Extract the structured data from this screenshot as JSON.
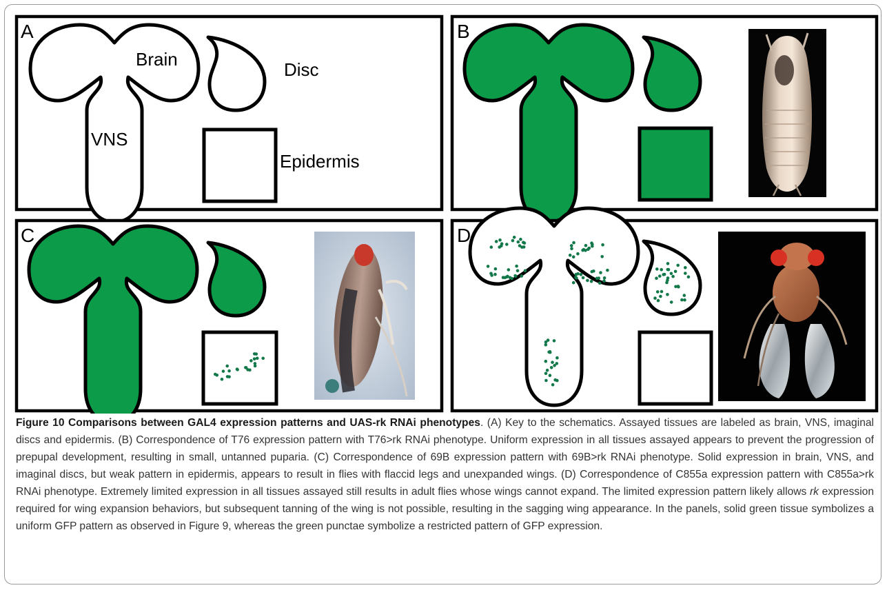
{
  "panels": [
    {
      "letter": "A",
      "labels": {
        "brain": "Brain",
        "vns": "VNS",
        "disc": "Disc",
        "epidermis": "Epidermis"
      },
      "brain_vns": "outline",
      "disc": "outline",
      "epidermis": "outline",
      "photo": null
    },
    {
      "letter": "B",
      "brain_vns": "solid",
      "disc": "solid",
      "epidermis": "solid",
      "photo": "small untanned puparium"
    },
    {
      "letter": "C",
      "brain_vns": "solid",
      "disc": "solid",
      "epidermis": "punctae",
      "photo": "fly with flaccid legs and unexpanded wings"
    },
    {
      "letter": "D",
      "brain_vns": "punctae",
      "disc": "punctae",
      "epidermis": "outline",
      "photo": "adult fly with sagging wings"
    }
  ],
  "colors": {
    "tissue_green": "#0c9b48",
    "dot_green": "#12784a",
    "outline": "#000000"
  },
  "caption": {
    "title": "Figure 10 Comparisons between GAL4 expression patterns and UAS-rk RNAi phenotypes",
    "body_1": ". (A) Key to the schematics. Assayed tissues are labeled as brain, VNS, imaginal discs and epidermis. (B) Correspondence of T76 expression pattern with T76>rk RNAi phenotype. Uniform expression in all tissues assayed appears to prevent the progression of prepupal development, resulting in small, untanned puparia. (C) Correspondence of 69B expression pattern with 69B>rk RNAi phenotype. Solid expression in brain, VNS, and imaginal discs, but weak pattern in epidermis, appears to result in flies with flaccid legs and unexpanded wings. (D) Correspondence of C855a expression pattern with C855a>rk RNAi phenotype. Extremely limited expression in all tissues assayed still results in adult flies whose wings cannot expand. The limited expression pattern likely allows ",
    "italic": "rk",
    "body_2": " expression required for wing expansion behaviors, but subsequent tanning of the wing is not possible, resulting in the sagging wing appearance. In the panels, solid green tissue symbolizes a uniform GFP pattern as observed in Figure 9, whereas the green punctae symbolize a restricted pattern of GFP expression."
  }
}
